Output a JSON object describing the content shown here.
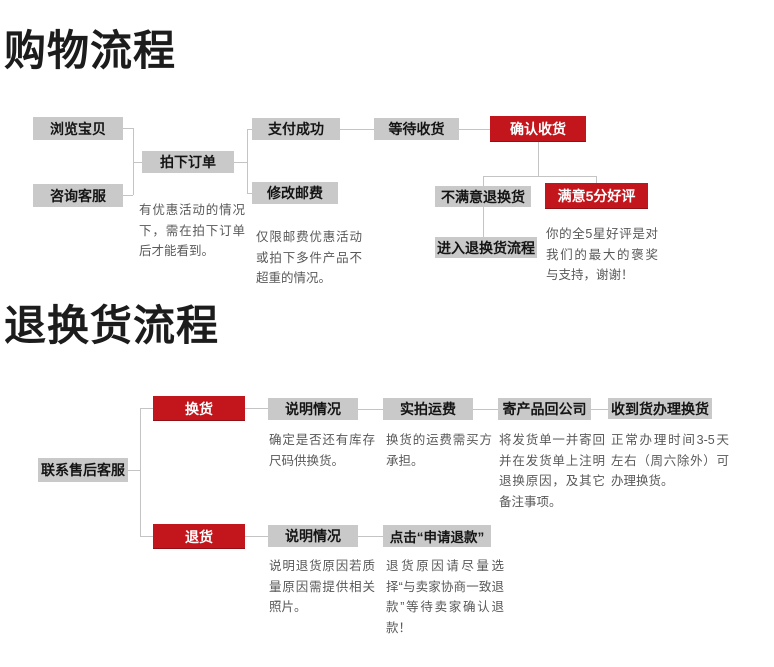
{
  "colors": {
    "accent_red": "#c2161c",
    "box_gray": "#c9c9c9",
    "connector_gray": "#c4c4c4",
    "note_text": "#595959",
    "title_text": "#1c1c1c"
  },
  "shopping": {
    "title": "购物流程",
    "nodes": {
      "browse": "浏览宝贝",
      "consult": "咨询客服",
      "place_order": "拍下订单",
      "pay_success": "支付成功",
      "modify_postage": "修改邮费",
      "wait_receive": "等待收货",
      "confirm_receive": "确认收货",
      "unsatisfied": "不满意退换货",
      "satisfied": "满意5分好评",
      "enter_return": "进入退换货流程"
    },
    "notes": {
      "order_note": "有优惠活动的情况下，需在拍下订单后才能看到。",
      "postage_note": "仅限邮费优惠活动或拍下多件产品不超重的情况。",
      "praise_note": "你的全5星好评是对我们的最大的褒奖与支持，谢谢！"
    }
  },
  "returns": {
    "title": "退换货流程",
    "nodes": {
      "contact_service": "联系售后客服",
      "exchange": "换货",
      "explain_exchange": "说明情况",
      "shipping_fee": "实拍运费",
      "send_back": "寄产品回公司",
      "handle_exchange": "收到货办理换货",
      "return": "退货",
      "explain_return": "说明情况",
      "click_refund": "点击“申请退款”"
    },
    "notes": {
      "stock_note": "确定是否还有库存尺码供换货。",
      "fee_note": "换货的运费需买方承担。",
      "sendback_note": "将发货单一并寄回并在发货单上注明退换原因，及其它备注事项。",
      "time_note": "正常办理时间3-5天左右（周六除外）可办理换货。",
      "reason_note": "说明退货原因若质量原因需提供相关照片。",
      "refund_note": "退货原因请尽量选择“与卖家协商一致退款”等待卖家确认退款！"
    }
  }
}
